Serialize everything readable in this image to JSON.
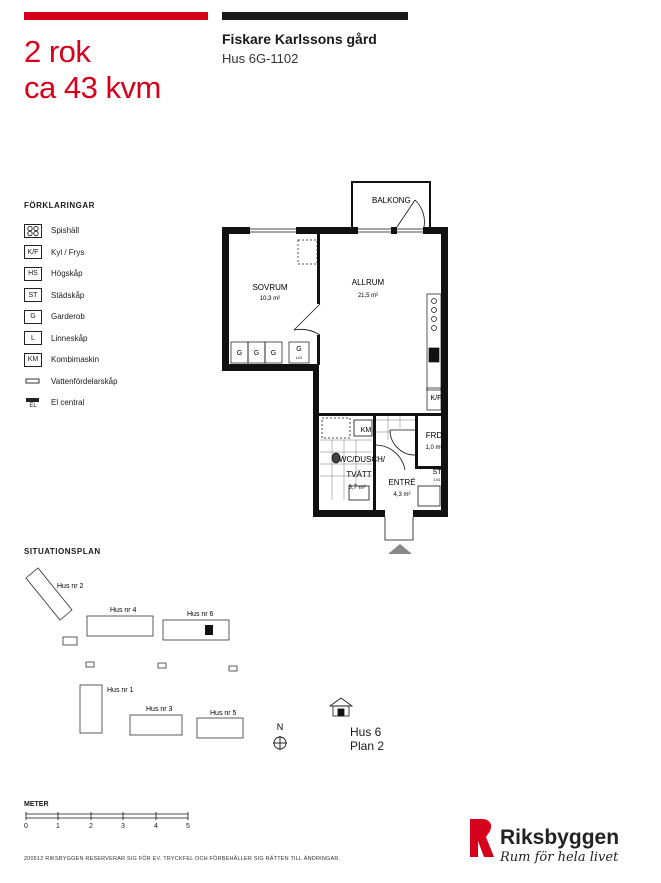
{
  "header": {
    "rooms": "2 rok",
    "area": "ca 43 kvm",
    "project_name": "Fiskare Karlssons gård",
    "unit_id": "Hus 6G-1102"
  },
  "colors": {
    "brand_red": "#d6001c",
    "black": "#1a1a1a"
  },
  "legend": {
    "title": "FÖRKLARINGAR",
    "items": [
      {
        "symbol": "",
        "label": "Spishäll",
        "icon": "stove-icon"
      },
      {
        "symbol": "K/F",
        "label": "Kyl / Frys",
        "icon": ""
      },
      {
        "symbol": "HS",
        "label": "Högskåp",
        "icon": ""
      },
      {
        "symbol": "ST",
        "label": "Städskåp",
        "icon": ""
      },
      {
        "symbol": "G",
        "label": "Garderob",
        "icon": ""
      },
      {
        "symbol": "L",
        "label": "Linneskåp",
        "icon": ""
      },
      {
        "symbol": "KM",
        "label": "Kombimaskin",
        "icon": ""
      },
      {
        "symbol": "",
        "label": "Vattenfördelarskåp",
        "icon": "water-distribution-icon"
      },
      {
        "symbol": "EL",
        "label": "El central",
        "icon": "electric-panel-icon"
      }
    ]
  },
  "floorplan": {
    "balcony": "BALKONG",
    "bedroom": {
      "name": "SOVRUM",
      "area": "10,3  m²"
    },
    "living": {
      "name": "ALLRUM",
      "area": "21,5  m²"
    },
    "storage": {
      "name": "FRD",
      "area": "1,0  m²"
    },
    "bathroom": {
      "name": "WC/DUSCH/",
      "name2": "TVÄTT",
      "area": "3,7  m²"
    },
    "entry": {
      "name": "ENTRÉ",
      "area": "4,3  m²"
    },
    "wardrobe": "G",
    "wardrobe_small": "L/G",
    "fridge": "K/F",
    "washer": "KM",
    "cleaning": "ST",
    "cleaning_small": "L/G"
  },
  "site_plan": {
    "title": "SITUATIONSPLAN",
    "buildings": [
      "Hus nr 2",
      "Hus nr 4",
      "Hus nr 6",
      "Hus nr 1",
      "Hus nr 3",
      "Hus nr 5"
    ],
    "north": "N",
    "hus": "Hus 6",
    "plan": "Plan 2"
  },
  "scale": {
    "title": "METER",
    "ticks": [
      "0",
      "1",
      "2",
      "3",
      "4",
      "5"
    ]
  },
  "footer": "200512  RIKSBYGGEN RESERVERAR SIG FÖR EV. TRYCKFEL OCH FÖRBEHÅLLER SIG RÄTTEN TILL ÄNDRINGAR.",
  "brand": {
    "name": "Riksbyggen",
    "slogan": "Rum för hela livet"
  }
}
